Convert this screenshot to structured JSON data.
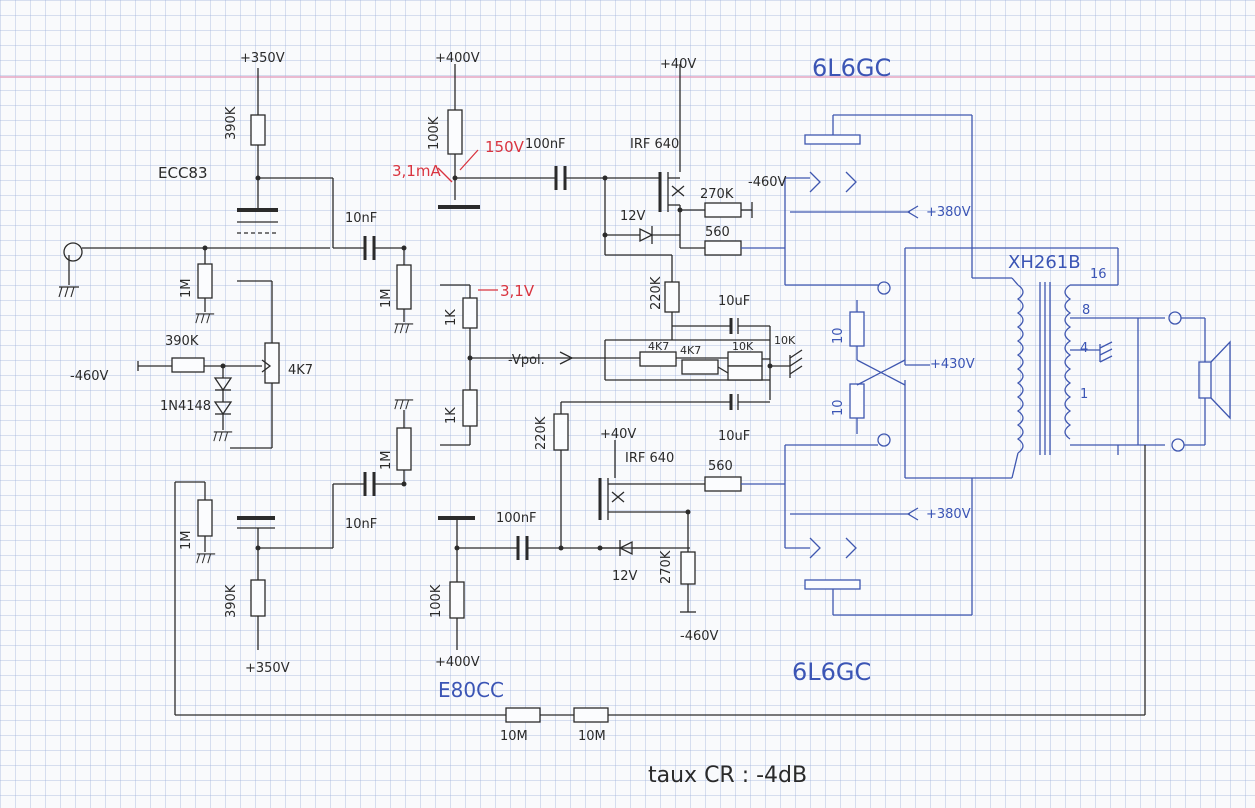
{
  "title": "taux CR : -4dB",
  "tubes": {
    "input": "ECC83",
    "driver": "E80CC",
    "output_top": "6L6GC",
    "output_bottom": "6L6GC"
  },
  "supplies": {
    "ecc_top": "+350V",
    "ecc_bottom": "+350V",
    "driver_top": "+400V",
    "driver_bottom": "+400V",
    "mosfet_top": "+40V",
    "mosfet_bottom": "+40V",
    "neg_left": "-460V",
    "neg_top": "-460V",
    "neg_bottom": "-460V",
    "screen_top": "+380V",
    "screen_bottom": "+380V",
    "ct": "+430V",
    "bias": "-Vpol."
  },
  "measurements": {
    "plate_voltage": "150V",
    "plate_current": "3,1mA",
    "cathode_voltage": "3,1V"
  },
  "components": {
    "r_ecc_top": "390K",
    "r_ecc_bottom": "390K",
    "r_grid_in": "1M",
    "r_grid_lower": "1M",
    "r_in_bias": "390K",
    "pot": "4K7",
    "diode": "1N4148",
    "c_couple_top": "10nF",
    "c_couple_bottom": "10nF",
    "r_grid_e80_top": "1M",
    "r_grid_e80_bottom": "1M",
    "r_cath_top": "1K",
    "r_cath_bottom": "1K",
    "r_plate_top": "100K",
    "r_plate_bottom": "100K",
    "c_100nf_top": "100nF",
    "c_100nf_bottom": "100nF",
    "mosfet_top": "IRF 640",
    "mosfet_bottom": "IRF 640",
    "r_270k_top": "270K",
    "r_270k_bottom": "270K",
    "zener_top": "12V",
    "zener_bottom": "12V",
    "r_560_top": "560",
    "r_560_bottom": "560",
    "r_220k_top": "220K",
    "r_220k_bottom": "220K",
    "c_10uf_top": "10uF",
    "c_10uf_bottom": "10uF",
    "r_4k7_a": "4K7",
    "r_4k7_b": "4K7",
    "r_10k_a": "10K",
    "r_10k_b": "10K",
    "r_10_top": "10",
    "r_10_bottom": "10",
    "r_fb_1": "10M",
    "r_fb_2": "10M"
  },
  "transformer": {
    "name": "XH261B",
    "taps": [
      "16",
      "8",
      "4",
      "1"
    ]
  }
}
